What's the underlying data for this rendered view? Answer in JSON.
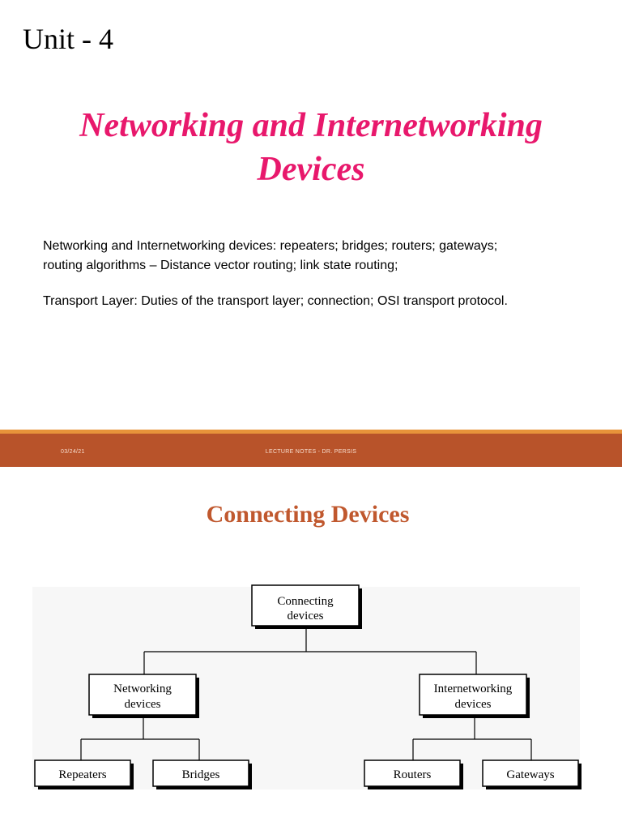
{
  "slide1": {
    "unit": "Unit - 4",
    "title_line1": "Networking and Internetworking",
    "title_line2": "Devices",
    "body_line1": "Networking and Internetworking devices: repeaters; bridges; routers; gateways;",
    "body_line2": "routing algorithms – Distance vector routing; link state routing;",
    "body_line3": "Transport Layer: Duties of the transport layer; connection; OSI transport protocol."
  },
  "footer": {
    "date": "03/24/21",
    "notes": "LECTURE NOTES - DR. PERSIS"
  },
  "slide2": {
    "title": "Connecting Devices",
    "diagram": {
      "root": [
        "Connecting",
        "devices"
      ],
      "networking": [
        "Networking",
        "devices"
      ],
      "internetworking": [
        "Internetworking",
        "devices"
      ],
      "repeaters": "Repeaters",
      "bridges": "Bridges",
      "routers": "Routers",
      "gateways": "Gateways"
    }
  },
  "colors": {
    "title_pink": "#e8186c",
    "footer_bar": "#b8532a",
    "footer_accent": "#e8933a",
    "slide2_title": "#c0582e"
  }
}
